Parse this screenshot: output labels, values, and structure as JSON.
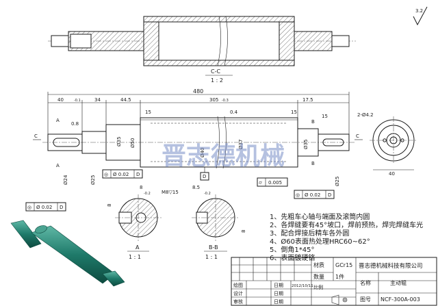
{
  "surface_roughness": "3.2",
  "section_cc": {
    "name": "C-C",
    "scale": "1 : 2"
  },
  "dimensions": {
    "overall_length": "480",
    "d40": "40",
    "d40_tol": "0\n-0.1",
    "d34": "34",
    "d44_5": "44.5",
    "d305": "305",
    "d305_tol": "0\n-0.3",
    "d17_5": "17.5",
    "d15_left": "15",
    "d15_right": "15",
    "d15_low": "15",
    "d0_4": "0.4",
    "d0_8": "0.8",
    "dia35_left": "Ø35",
    "dia50": "Ø50",
    "dia40": "Ø40",
    "dia37": "Ø37",
    "dia35_right": "Ø35",
    "dia24": "Ø24",
    "dia25_left": "Ø25",
    "dia25_right": "Ø25",
    "holes": "2-Ø4.2",
    "end_dim_40": "40"
  },
  "labels": {
    "A_top": "A",
    "A_bottom": "A",
    "B_top": "B",
    "B_bottom": "B",
    "C_left": "C",
    "C_right": "C",
    "D_datum": "D"
  },
  "tolerance_frames": [
    {
      "symbol": "◎",
      "value": "Ø 0.02",
      "datum": "D"
    },
    {
      "symbol": "◎",
      "value": "Ø 0.02",
      "datum": "D"
    },
    {
      "symbol": "◎",
      "value": "Ø 0.02",
      "datum": "D"
    },
    {
      "symbol": "⌭",
      "value": "0.005",
      "datum": ""
    }
  ],
  "section_a": {
    "name": "A",
    "scale": "1 : 1",
    "width_dim": "8",
    "width_tol": "0\n-0.2",
    "depth_dim": "8",
    "thread": "M8▽15"
  },
  "section_b": {
    "name": "B-B",
    "scale": "1 : 1",
    "width_dim": "8.5",
    "width_tol": "0\n-0.2",
    "depth_dim": "8"
  },
  "notes": [
    "1、先粗车心轴与端面及滚筒内圆",
    "2、各焊缝要有45°坡口，焊前预热，焊完焊缝车光",
    "3、配合焊接后精车各外圆",
    "4、Ø60表面热处理HRC60~62°",
    "5、倒角1*45°",
    "6、表面镀硬铬"
  ],
  "title_block": {
    "material_label": "材质",
    "material_value": "GCr15",
    "company": "晋志德机械科技有限公司",
    "qty_label": "数量",
    "qty_value": "1件",
    "name_label": "名称",
    "name_value": "主动辊",
    "drawn_label": "绘图",
    "design_label": "设计",
    "review_label": "审核",
    "date_label": "日期",
    "date_value": "2012/10/11",
    "scale_label": "比例",
    "drawing_no_label": "图号",
    "drawing_no_value": "NCF-300A-003"
  },
  "watermark": "晋志德机械",
  "colors": {
    "line": "#1a1a1a",
    "roller_green": "#1f7a6a",
    "watermark": "#7a8fc8"
  }
}
